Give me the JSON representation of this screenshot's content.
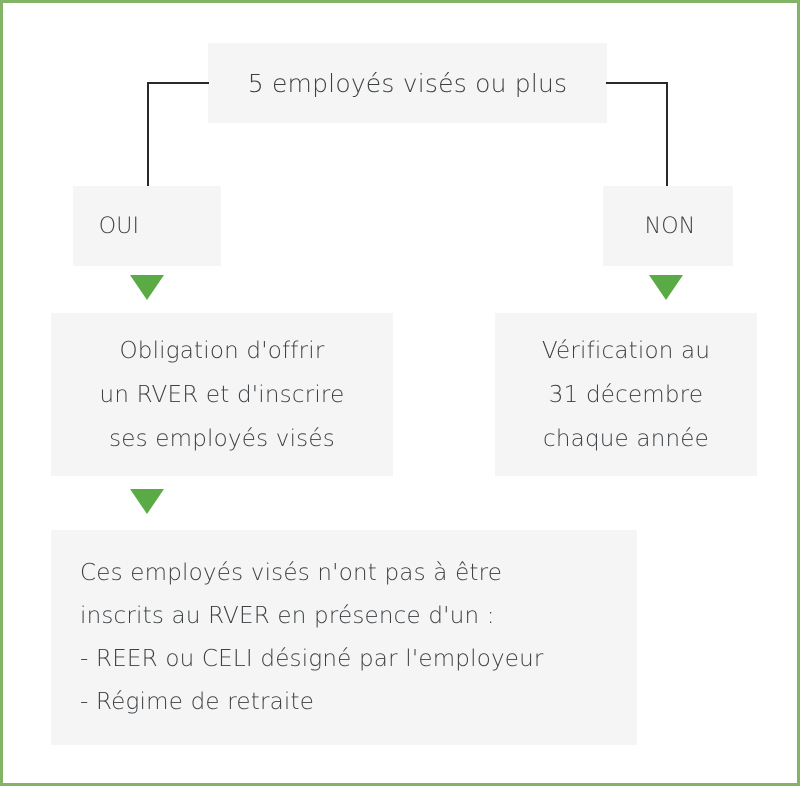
{
  "diagram": {
    "title_text": "5 employés visés ou plus",
    "border_color": "#82b366",
    "node_fill": "#f5f5f5",
    "text_color": "#3c4043",
    "arrow_color": "#5aaa46",
    "connector_color": "#2a2a2e"
  },
  "nodes": {
    "top": {
      "label": "5 employés visés ou plus"
    },
    "branch_yes": {
      "label": "OUI"
    },
    "branch_no": {
      "label": "NON"
    },
    "obligation": {
      "lines": [
        "Obligation d'offrir",
        "un RVER et d'inscrire",
        "ses employés visés"
      ]
    },
    "verification": {
      "lines": [
        "Vérification au",
        "31 décembre",
        "chaque année"
      ]
    },
    "exemption": {
      "lines": [
        "Ces employés visés n'ont pas à être",
        "inscrits au RVER en présence d'un :",
        "- REER ou CELI désigné par l'employeur",
        "- Régime de retraite"
      ]
    }
  },
  "arrows": {
    "yes_to_obligation": "down-triangle-arrow",
    "no_to_verification": "down-triangle-arrow",
    "obligation_to_exemption": "down-triangle-arrow"
  },
  "connectors": {
    "left_branch": "elbow-line",
    "right_branch": "elbow-line"
  }
}
